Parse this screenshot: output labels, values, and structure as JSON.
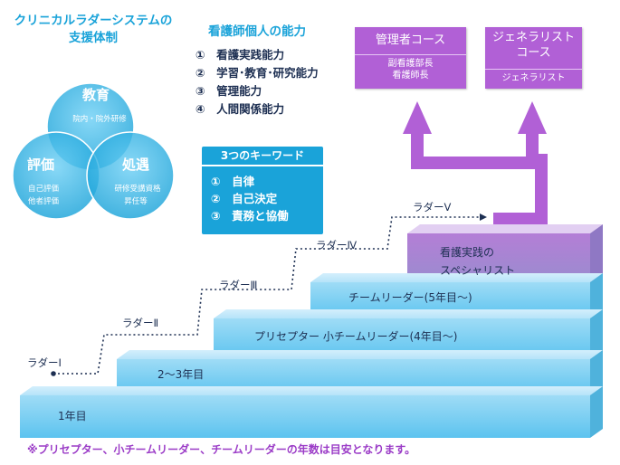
{
  "system_title_line1": "クリニカルラダーシステムの",
  "system_title_line2": "支援体制",
  "abilities": {
    "heading": "看護師個人の能力",
    "items": [
      "①　看護実践能力",
      "②　学習･教育･研究能力",
      "③　管理能力",
      "④　人間関係能力"
    ]
  },
  "venn": {
    "education": {
      "label": "教育",
      "sub": "院内・院外研修"
    },
    "evaluation": {
      "label": "評価",
      "sub1": "自己評価",
      "sub2": "他者評価"
    },
    "treatment": {
      "label": "処遇",
      "sub1": "研修受講資格",
      "sub2": "昇任等"
    }
  },
  "keywords": {
    "heading": "3つのキーワード",
    "items": [
      "①　自律",
      "②　自己決定",
      "③　責務と協働"
    ]
  },
  "courses": {
    "management": {
      "title": "管理者コース",
      "sub1": "副看護部長",
      "sub2": "看護師長"
    },
    "generalist": {
      "title_line1": "ジェネラリスト",
      "title_line2": "コース",
      "sub": "ジェネラリスト"
    }
  },
  "steps": [
    "1年目",
    "2～3年目",
    "プリセプター 小チームリーダー(4年目～)",
    "チームリーダー(5年目～)",
    "看護実践の",
    "スペシャリスト"
  ],
  "ladders": [
    "ラダーⅠ",
    "ラダーⅡ",
    "ラダーⅢ",
    "ラダーⅣ",
    "ラダーⅤ"
  ],
  "note": "※プリセプター、小チームリーダー、チームリーダーの年数は目安となります。",
  "colors": {
    "accent": "#1aa3d9",
    "purple": "#b160d6",
    "navy": "#1d2f52",
    "note": "#9b3cc7"
  }
}
